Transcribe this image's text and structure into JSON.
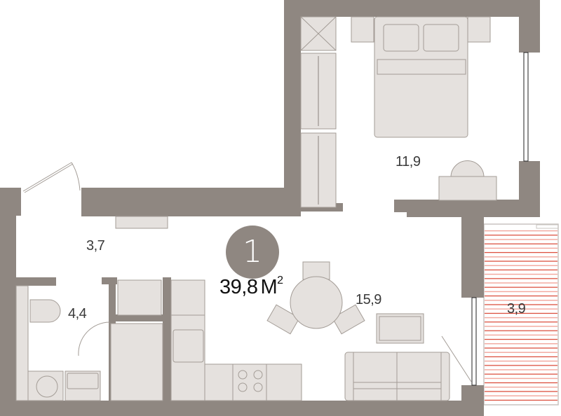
{
  "apartment": {
    "number": "1",
    "total_area": "39,8",
    "area_unit": "М",
    "area_unit_power": "2"
  },
  "rooms": [
    {
      "id": "bedroom",
      "area": "11,9"
    },
    {
      "id": "hallway",
      "area": "3,7"
    },
    {
      "id": "bathroom",
      "area": "4,4"
    },
    {
      "id": "living-kitchen",
      "area": "15,9"
    },
    {
      "id": "balcony",
      "area": "3,9"
    }
  ],
  "colors": {
    "wall": "#8f8781",
    "furniture_fill": "#e5e1de",
    "furniture_stroke": "#a39c96",
    "balcony_stripe_dark": "#d9412f",
    "balcony_stripe_light": "#f2a59b",
    "badge": "#8f8781"
  }
}
